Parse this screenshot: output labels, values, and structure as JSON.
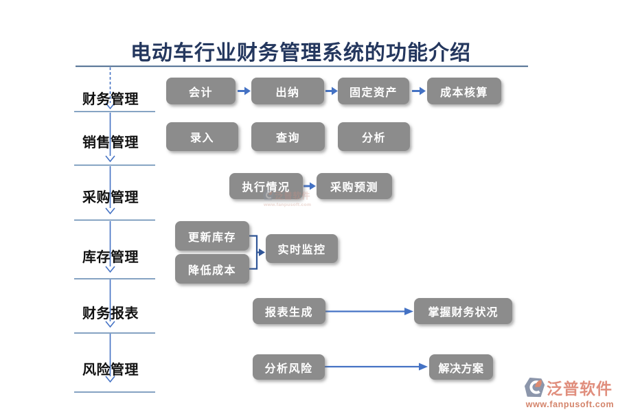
{
  "title": "电动车行业财务管理系统的功能介绍",
  "rows": [
    {
      "name": "财务管理",
      "nodes": [
        "会计",
        "出纳",
        "固定资产",
        "成本核算"
      ]
    },
    {
      "name": "销售管理",
      "nodes": [
        "录入",
        "查询",
        "分析"
      ]
    },
    {
      "name": "采购管理",
      "nodes": [
        "执行情况",
        "采购预测"
      ]
    },
    {
      "name": "库存管理",
      "nodes": [
        "更新库存",
        "降低成本",
        "实时监控"
      ]
    },
    {
      "name": "财务报表",
      "nodes": [
        "报表生成",
        "掌握财务状况"
      ]
    },
    {
      "name": "风险管理",
      "nodes": [
        "分析风险",
        "解决方案"
      ]
    }
  ],
  "brand": {
    "name": "泛普软件",
    "url": "www.fanpusoft.com"
  },
  "colors": {
    "title": "#24375E",
    "title_underline": "#33567F",
    "category_separator": "#5B84AE",
    "flow_arrow_blue": "#4472C4",
    "connector_blue": "#2F5597",
    "node_gray": "#8C8C8C",
    "node_text": "#FFFFFF",
    "brand_salmon": "#E08E7D",
    "brand_icon_gray": "#8C96AB"
  }
}
